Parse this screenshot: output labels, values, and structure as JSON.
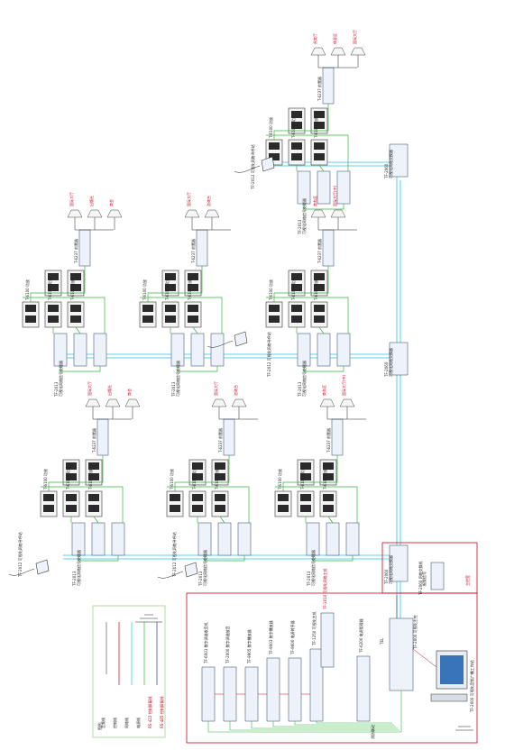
{
  "groups": [
    {
      "id": "g1",
      "labels": {
        "controller": "TF-2013\n可视化网络信号处理器",
        "amp1": "T-6100 功放",
        "amp2": "T-61000 功放",
        "amp3": "T-6100 功放",
        "mixer": "T-6237 前置器",
        "zones": [
          "国际大厅",
          "出版社",
          "商会"
        ]
      }
    },
    {
      "id": "g2",
      "labels": {
        "controller": "TF-2013\n可视化网络信号处理器",
        "amp1": "T-6100 功放",
        "amp2": "T-61000 功放",
        "amp3": "T-6100 功放",
        "mixer": "T-6237 前置器",
        "zones": [
          "国际大厅",
          "咨询台"
        ]
      }
    },
    {
      "id": "g3",
      "labels": {
        "controller": "TF-2013\n可视化网络信号处理器",
        "amp1": "T-6100 功放",
        "amp2": "T-61000 功放",
        "amp3": "T-6100 功放",
        "mixer": "T-6237 前置器",
        "zones": [
          "商务区",
          "国际大厅(中)"
        ]
      }
    },
    {
      "id": "g4",
      "labels": {
        "controller": "TF-2013\n可视化网络信号处理器",
        "amp1": "T-6100 功放",
        "amp2": "T-61000 功放",
        "amp3": "T-6100 功放",
        "mixer": "T-6237 前置器",
        "zones": [
          "贵宾厅",
          "休息区",
          "国际大厅"
        ]
      }
    }
  ],
  "mic_label": "TF-2012 可视化网络寻呼站",
  "switch_label": "TF-2060\n可视化网络交换器",
  "legend": {
    "title": "图例:",
    "items": [
      "音频线",
      "控制线",
      "网络线",
      "电源线",
      "RS-422 控制屏蔽线",
      "RS-485 控制屏蔽线"
    ]
  },
  "control_room": {
    "title": "主控室",
    "devices": [
      "TF-6001 数字调谐收音机",
      "TF-2000 数字调谐放音",
      "TF-9905 数字播放器",
      "TF-9003 数字播放器",
      "TF-9600 电源时序器",
      "TF-1250 可视化主机",
      "TF-2010 可视化网络主机",
      "TF-6200 电源管理器"
    ],
    "notes": [
      "报警信号",
      "消防联动",
      "TEL",
      "TF-2060 网络交换机",
      "TF-2000 可视化主控"
    ],
    "pc": "TF-2000 可视化音频广播工作站"
  }
}
